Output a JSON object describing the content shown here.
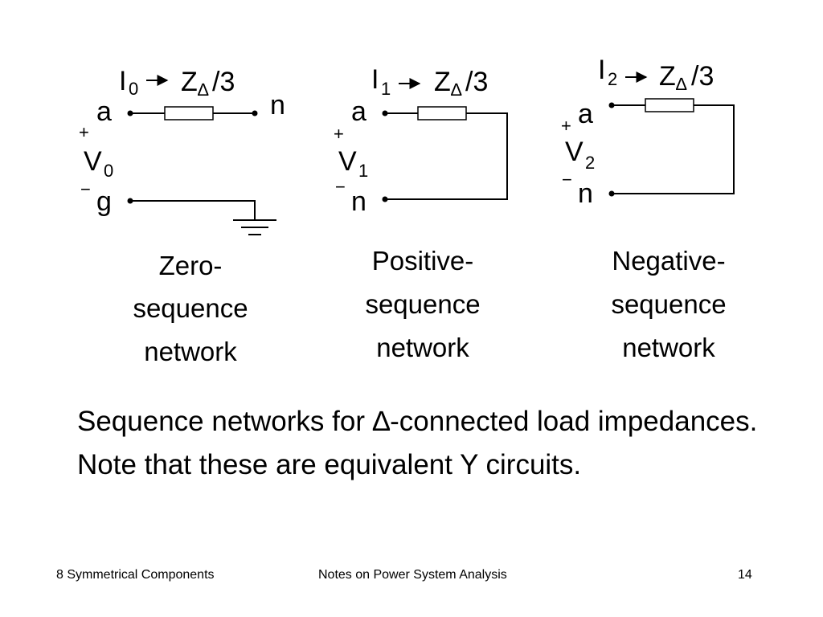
{
  "diagram": {
    "zero": {
      "current_label": "I",
      "current_sub": "0",
      "impedance": "Z",
      "impedance_sub": "∆",
      "impedance_suffix": "/3",
      "node_top": "a",
      "node_right": "n",
      "node_bottom": "g",
      "plus": "+",
      "minus": "−",
      "voltage_label": "V",
      "voltage_sub": "0",
      "caption": [
        "Zero-",
        "sequence",
        "network"
      ]
    },
    "positive": {
      "current_label": "I",
      "current_sub": "1",
      "impedance": "Z",
      "impedance_sub": "∆",
      "impedance_suffix": "/3",
      "node_top": "a",
      "node_bottom": "n",
      "plus": "+",
      "minus": "−",
      "voltage_label": "V",
      "voltage_sub": "1",
      "caption": [
        "Positive-",
        "sequence",
        "network"
      ]
    },
    "negative": {
      "current_label": "I",
      "current_sub": "2",
      "impedance": "Z",
      "impedance_sub": "∆",
      "impedance_suffix": "/3",
      "node_top": "a",
      "node_bottom": "n",
      "plus": "+",
      "minus": "−",
      "voltage_label": "V",
      "voltage_sub": "2",
      "caption": [
        "Negative-",
        "sequence",
        "network"
      ]
    }
  },
  "body": {
    "line1": "Sequence networks for ∆-connected load impedances.",
    "line2": "Note that these are equivalent Y circuits."
  },
  "footer": {
    "left": "8 Symmetrical Components",
    "center": "Notes on Power System Analysis",
    "page": "14"
  }
}
